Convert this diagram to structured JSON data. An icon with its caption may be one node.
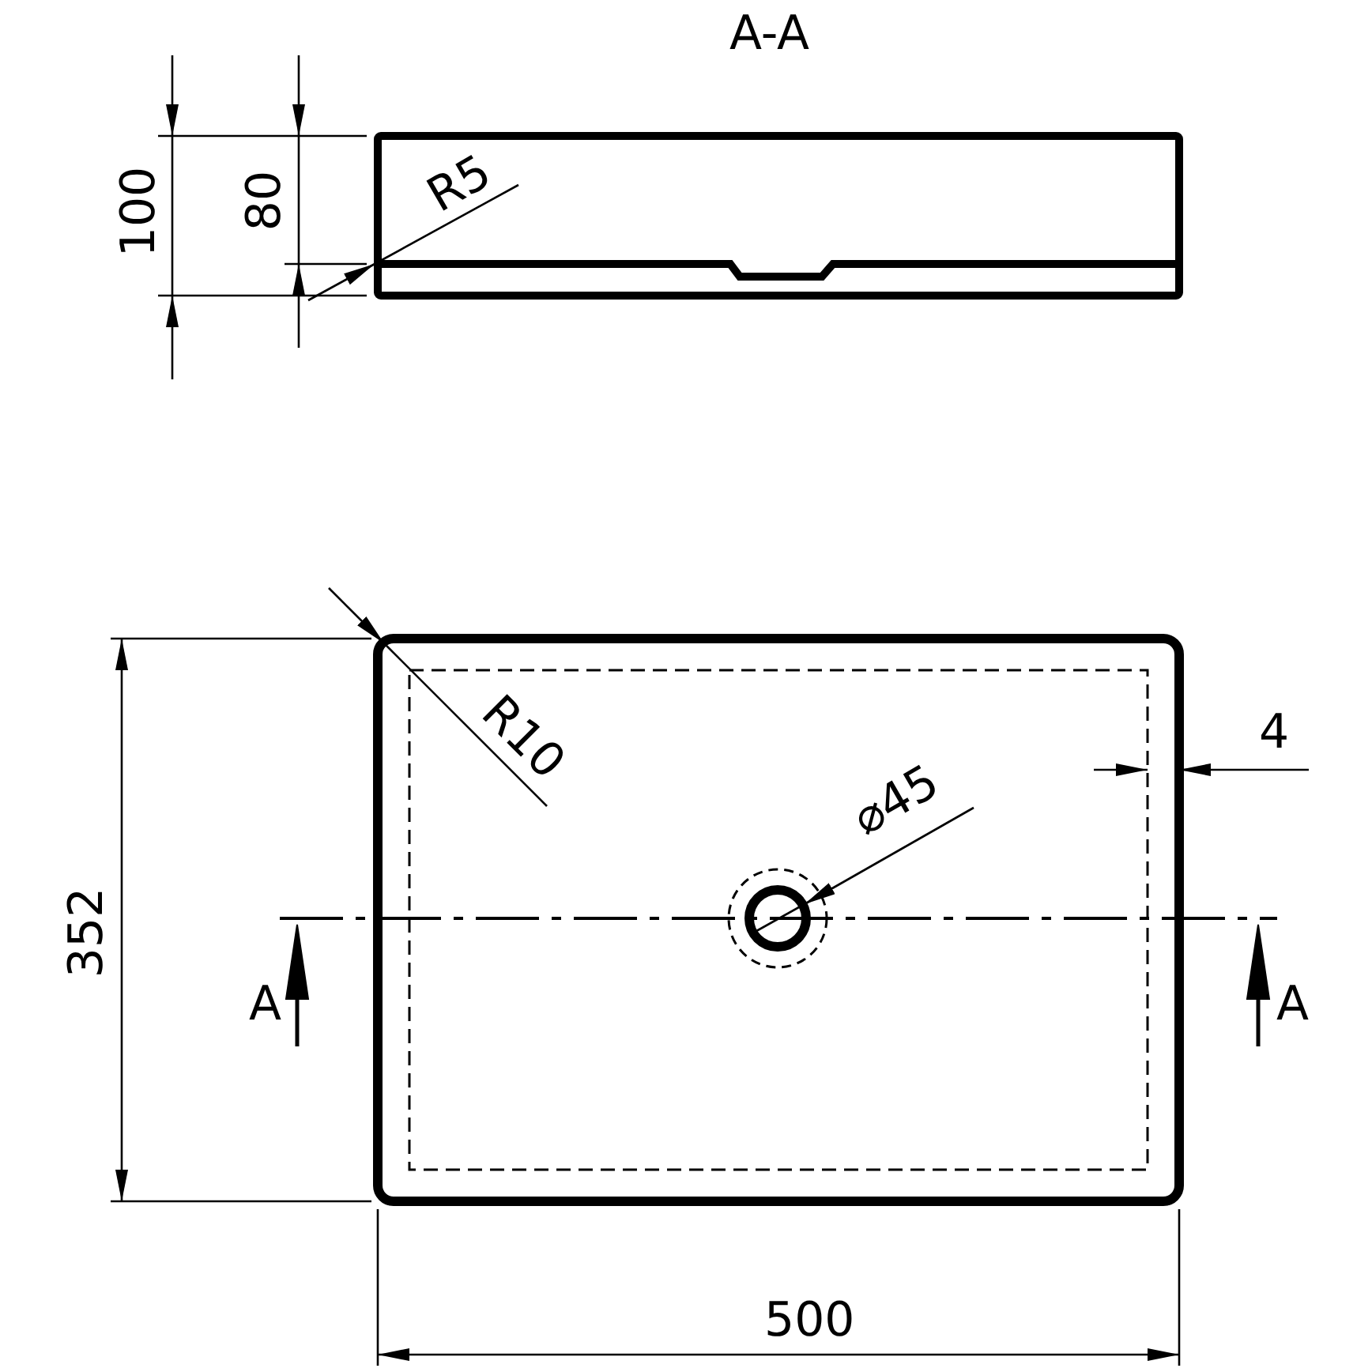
{
  "diagram": {
    "labels": [
      "A-A",
      "100",
      "80",
      "R5",
      "R10",
      "4",
      "⌀45",
      "352",
      "A",
      "A",
      "500"
    ]
  }
}
